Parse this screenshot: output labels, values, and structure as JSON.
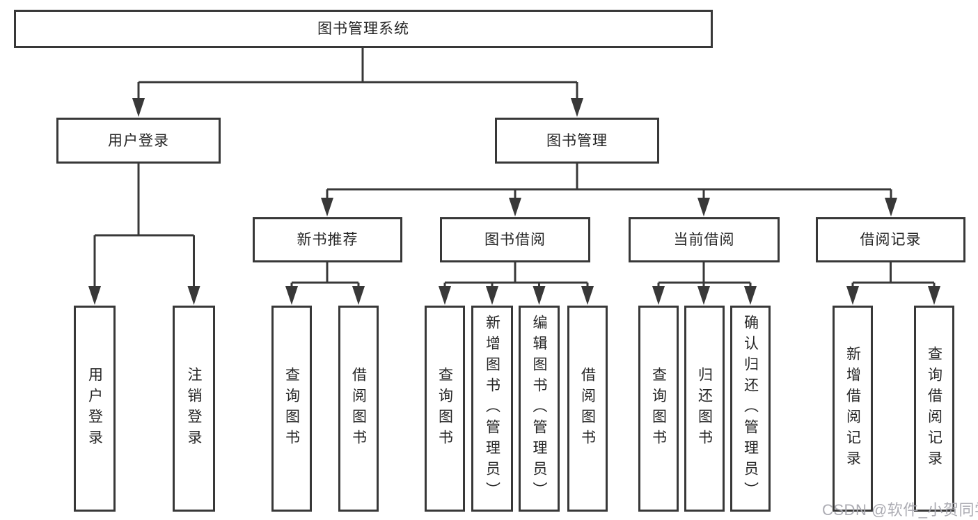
{
  "diagram": {
    "root": {
      "label": "图书管理系统"
    },
    "branches": [
      {
        "label": "用户登录",
        "children": [
          {
            "label": "用户登录"
          },
          {
            "label": "注销登录"
          }
        ]
      },
      {
        "label": "图书管理",
        "children": [
          {
            "label": "新书推荐",
            "children": [
              {
                "label": "查询图书"
              },
              {
                "label": "借阅图书"
              }
            ]
          },
          {
            "label": "图书借阅",
            "children": [
              {
                "label": "查询图书"
              },
              {
                "label": "新增图书（管理员）"
              },
              {
                "label": "编辑图书（管理员）"
              },
              {
                "label": "借阅图书"
              }
            ]
          },
          {
            "label": "当前借阅",
            "children": [
              {
                "label": "查询图书"
              },
              {
                "label": "归还图书"
              },
              {
                "label": "确认归还（管理员）"
              }
            ]
          },
          {
            "label": "借阅记录",
            "children": [
              {
                "label": "新增借阅记录"
              },
              {
                "label": "查询借阅记录"
              }
            ]
          }
        ]
      }
    ]
  },
  "watermark": {
    "text": "CSDN @软件_小贺同学",
    "color": "#a8a8af"
  },
  "colors": {
    "line": "#383838",
    "box_border": "#383838",
    "text": "#262626",
    "background": "#ffffff"
  }
}
